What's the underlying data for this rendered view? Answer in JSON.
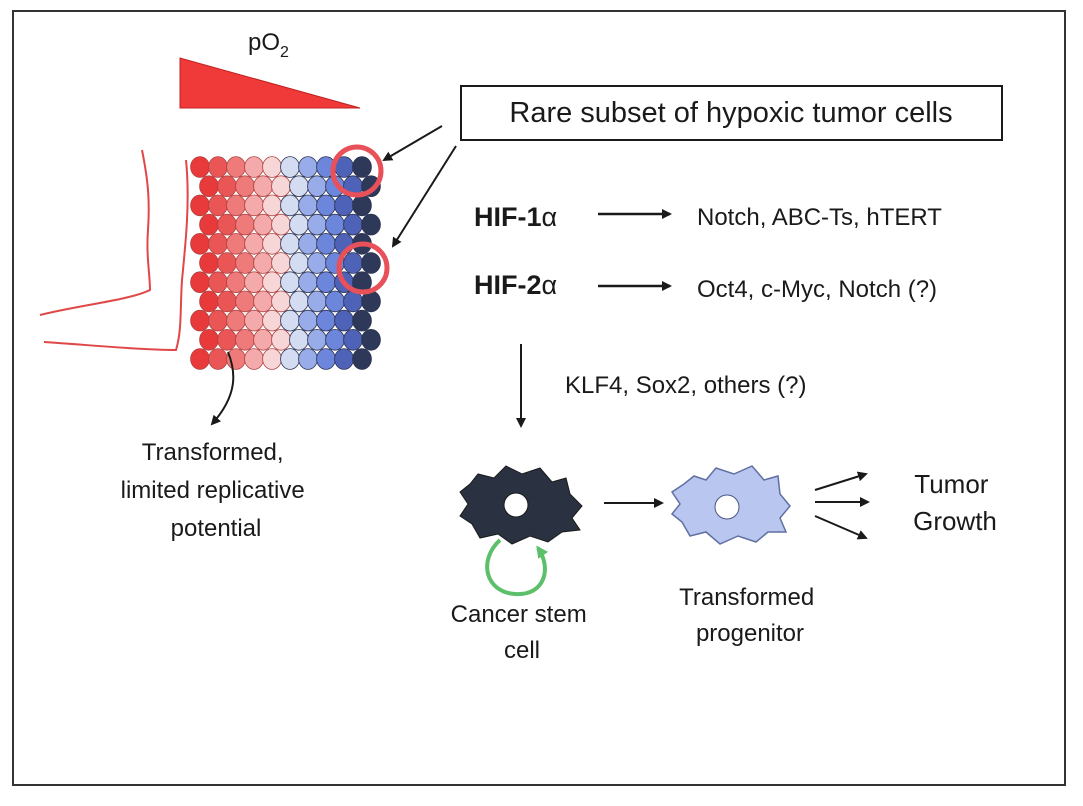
{
  "po2": {
    "label": "pO",
    "subscript": "2"
  },
  "header": {
    "rare_subset": "Rare subset of hypoxic tumor cells"
  },
  "hif1": {
    "name": "HIF-1",
    "greek": "α",
    "targets": "Notch, ABC-Ts, hTERT"
  },
  "hif2": {
    "name": "HIF-2",
    "greek": "α",
    "targets": "Oct4, c-Myc, Notch (?)"
  },
  "factors": "KLF4, Sox2, others (?)",
  "left_label": [
    "Transformed,",
    "limited replicative",
    "potential"
  ],
  "cancer_stem_cell": [
    "Cancer stem",
    "cell"
  ],
  "transformed_progenitor": [
    "Transformed",
    "progenitor"
  ],
  "tumor_growth": [
    "Tumor",
    "Growth"
  ],
  "colors": {
    "gradient_triangle": "#f03a3a",
    "highlight_ring": "#e8505a",
    "self_renewal_arrow": "#5cc06a",
    "stem_cell": "#2a3140",
    "progenitor": "#b8c6f0",
    "vessel": "#e04848"
  },
  "cell_grid": {
    "rows": 11,
    "cols": 10
  }
}
